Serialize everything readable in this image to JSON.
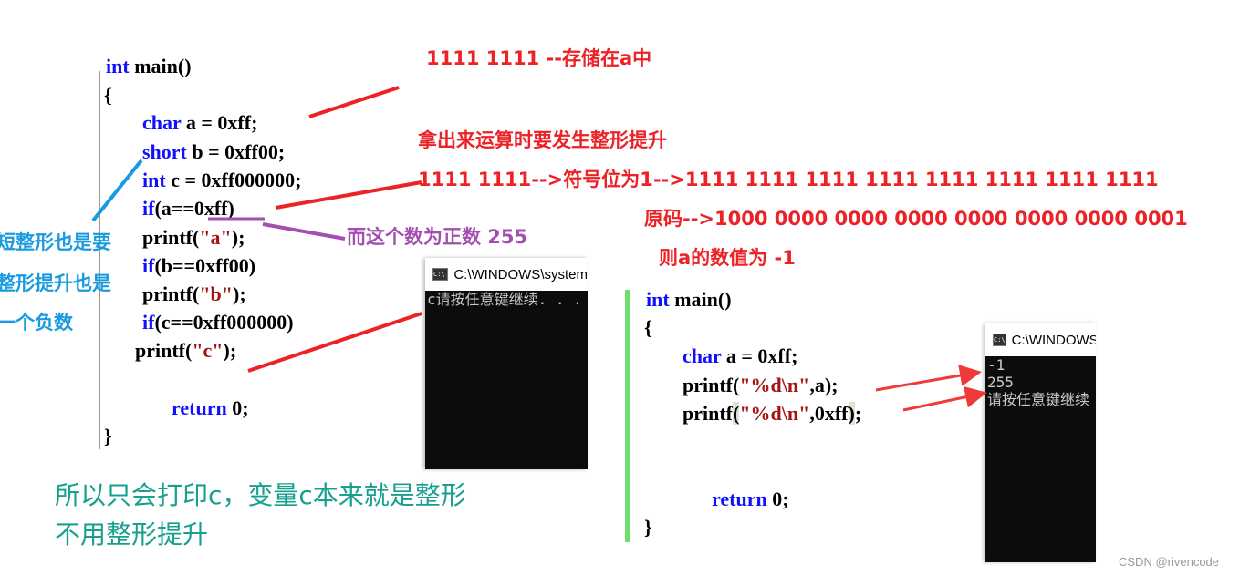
{
  "left_code": [
    [
      {
        "t": "int",
        "k": "kw"
      },
      {
        "t": " main()"
      }
    ],
    [
      {
        "t": "{"
      }
    ],
    [
      {
        "t": "char",
        "k": "kw"
      },
      {
        "t": " a = 0xff;"
      }
    ],
    [
      {
        "t": "short",
        "k": "kw"
      },
      {
        "t": " b = 0xff00;"
      }
    ],
    [
      {
        "t": "int",
        "k": "kw"
      },
      {
        "t": " c = 0xff000000;"
      }
    ],
    [
      {
        "t": "if",
        "k": "kw"
      },
      {
        "t": "(a==0xff)"
      }
    ],
    [
      {
        "t": "printf("
      },
      {
        "t": "\"a\"",
        "k": "str"
      },
      {
        "t": ");"
      }
    ],
    [
      {
        "t": "if",
        "k": "kw"
      },
      {
        "t": "(b==0xff00)"
      }
    ],
    [
      {
        "t": "printf("
      },
      {
        "t": "\"b\"",
        "k": "str"
      },
      {
        "t": ");"
      }
    ],
    [
      {
        "t": "if",
        "k": "kw"
      },
      {
        "t": "(c==0xff000000)"
      }
    ],
    [
      {
        "t": "printf("
      },
      {
        "t": "\"c\"",
        "k": "str"
      },
      {
        "t": ");"
      }
    ],
    [
      {
        "t": "return",
        "k": "kw"
      },
      {
        "t": " 0;"
      }
    ],
    [
      {
        "t": "}"
      }
    ]
  ],
  "right_code": [
    [
      {
        "t": "int",
        "k": "kw"
      },
      {
        "t": " main()"
      }
    ],
    [
      {
        "t": "{"
      }
    ],
    [
      {
        "t": "char",
        "k": "kw"
      },
      {
        "t": " a = 0xff;"
      }
    ],
    [
      {
        "t": "printf("
      },
      {
        "t": "\"%d\\n\"",
        "k": "str"
      },
      {
        "t": ",a);"
      }
    ],
    [
      {
        "t": "printf"
      },
      {
        "t": "(",
        "k": "hl"
      },
      {
        "t": "\"%d\\n\"",
        "k": "str"
      },
      {
        "t": ",0xff"
      },
      {
        "t": ")",
        "k": "hl"
      },
      {
        "t": ";"
      }
    ],
    [
      {
        "t": "return",
        "k": "kw"
      },
      {
        "t": " 0;"
      }
    ],
    [
      {
        "t": "}"
      }
    ]
  ],
  "annotations": {
    "stored": "1111 1111 --存储在a中",
    "promotion": "拿出来运算时要发生整形提升",
    "sign_extend": "1111 1111-->符号位为1-->1111 1111 1111 1111 1111 1111 1111 1111",
    "original_code": "原码-->1000 0000 0000 0000 0000 0000 0000 0001",
    "value": "则a的数值为 -1",
    "positive": "而这个数为正数 255",
    "short_note": [
      "短整形也是要",
      "整形提升也是",
      "一个负数"
    ],
    "conclusion": [
      "所以只会打印c，变量c本来就是整形",
      "不用整形提升"
    ]
  },
  "terminal1": {
    "title": "C:\\WINDOWS\\system",
    "output": "c请按任意键继续. . ."
  },
  "terminal2": {
    "title": "C:\\WINDOWS",
    "output": "-1\n255\n请按任意键继续"
  },
  "watermark": "CSDN @rivencode",
  "colors": {
    "annotation_red": "#ec2227",
    "annotation_purple": "#a24fb0",
    "annotation_blue": "#1a9be0",
    "conclusion_teal": "#17a08e",
    "keyword": "#1010ff",
    "string": "#a31515"
  }
}
